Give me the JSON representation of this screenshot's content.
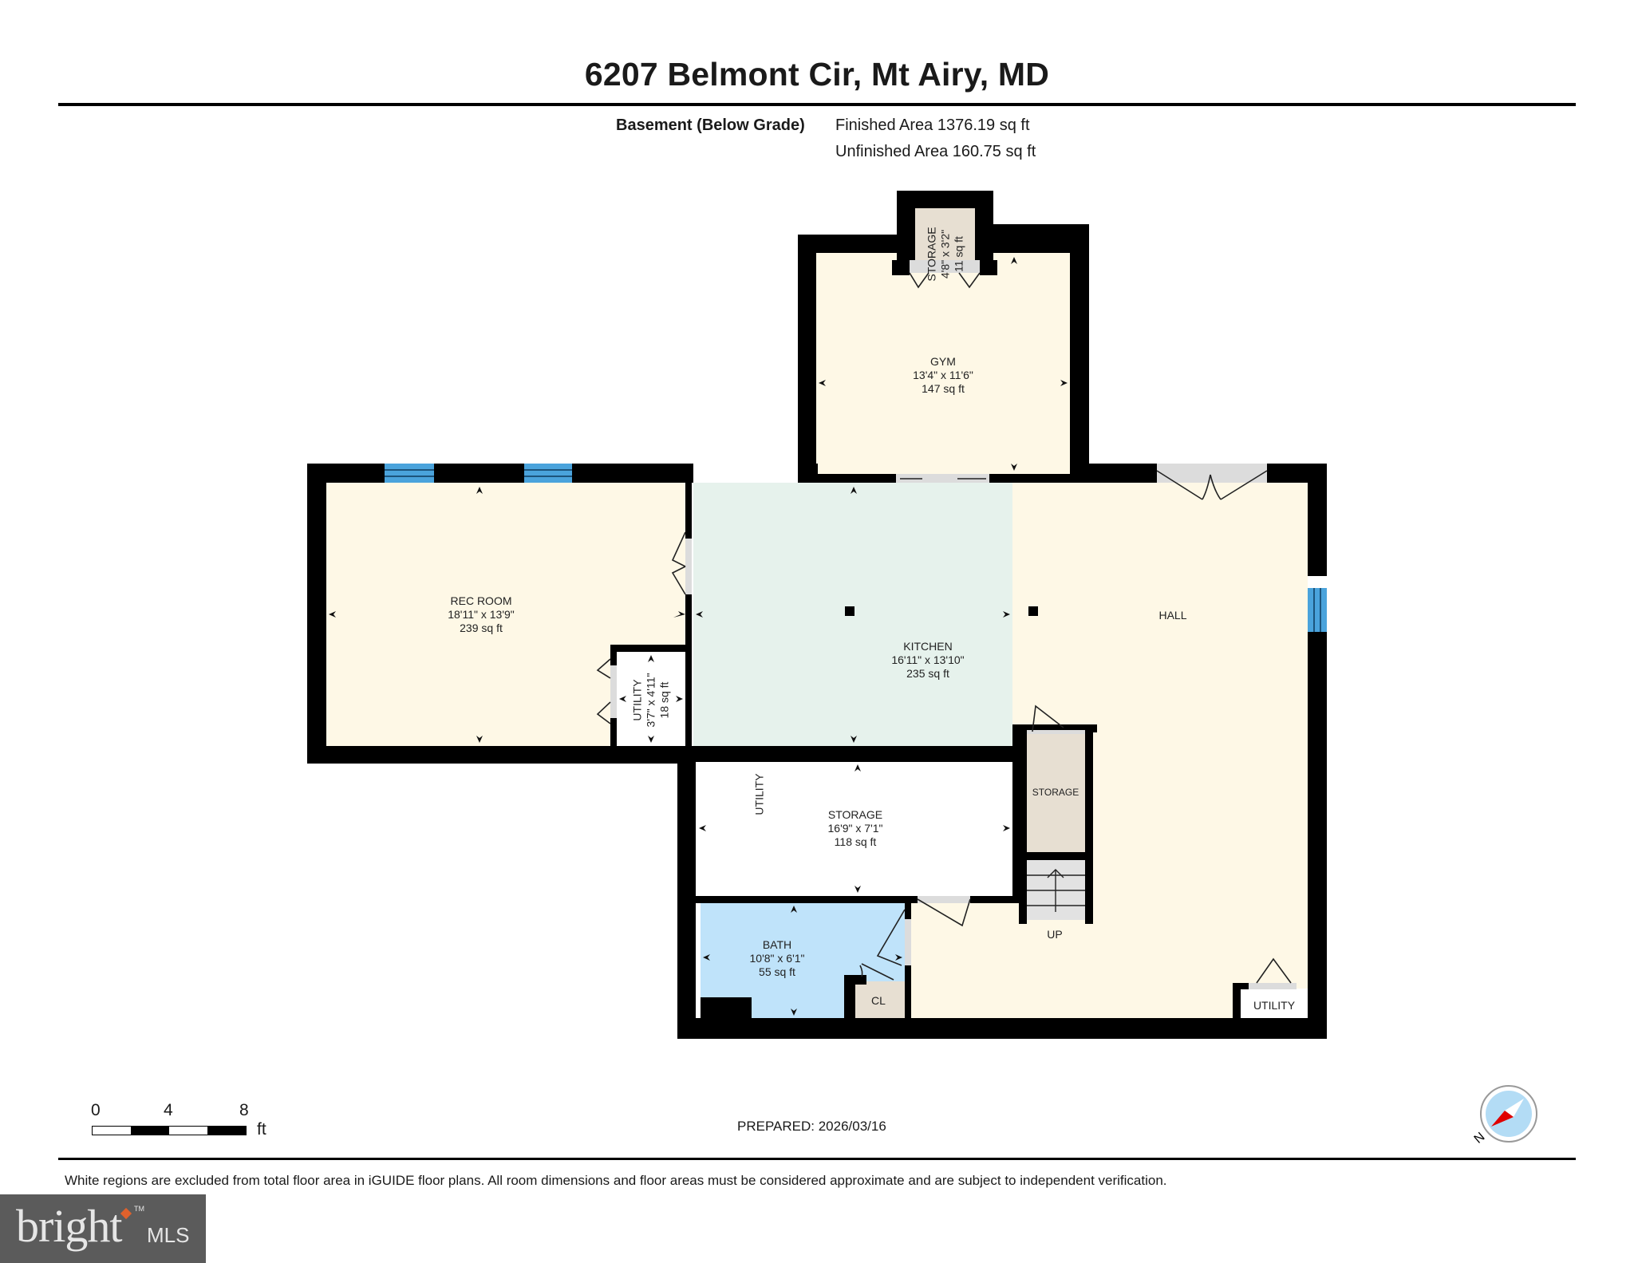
{
  "header": {
    "title": "6207 Belmont Cir, Mt Airy, MD",
    "level_label": "Basement (Below Grade)",
    "finished_area": "Finished Area 1376.19 sq ft",
    "unfinished_area": "Unfinished Area 160.75 sq ft"
  },
  "rooms": {
    "storage_small": {
      "name": "STORAGE",
      "dims": "4'8\" x 3'2\"",
      "area": "11 sq ft"
    },
    "gym": {
      "name": "GYM",
      "dims": "13'4\" x 11'6\"",
      "area": "147 sq ft"
    },
    "rec_room": {
      "name": "REC ROOM",
      "dims": "18'11\" x 13'9\"",
      "area": "239 sq ft"
    },
    "utility_small": {
      "name": "UTILITY",
      "dims": "3'7\" x 4'11\"",
      "area": "18 sq ft"
    },
    "kitchen": {
      "name": "KITCHEN",
      "dims": "16'11\" x 13'10\"",
      "area": "235 sq ft"
    },
    "hall": {
      "name": "HALL"
    },
    "storage_main": {
      "name": "STORAGE",
      "dims": "16'9\" x 7'1\"",
      "area": "118 sq ft"
    },
    "utility_label": {
      "name": "UTILITY"
    },
    "storage_stair": {
      "name": "STORAGE"
    },
    "stairs": {
      "name": "UP"
    },
    "bath": {
      "name": "BATH",
      "dims": "10'8\" x 6'1\"",
      "area": "55 sq ft"
    },
    "closet": {
      "name": "CL"
    },
    "utility_hall": {
      "name": "UTILITY"
    }
  },
  "colors": {
    "wall": "#000000",
    "living_fill": "#fef8e6",
    "kitchen_fill": "#e6f2ec",
    "bath_fill": "#bfe3fa",
    "storage_fill": "#e7dfd2",
    "window": "#4aa3dc",
    "door_sill": "#dcdcdc",
    "compass_fill": "#b3dcf5",
    "compass_needle": "#e00000"
  },
  "scale_bar": {
    "ticks": [
      "0",
      "4",
      "8"
    ],
    "unit": "ft"
  },
  "compass": {
    "label": "N"
  },
  "footer": {
    "prepared": "PREPARED: 2026/03/16",
    "disclaimer": "White regions are excluded from total floor area in iGUIDE floor plans. All room dimensions and floor areas must be considered approximate and are subject to independent verification."
  },
  "logo": {
    "brand": "bright",
    "suffix": "MLS",
    "tm": "TM"
  }
}
